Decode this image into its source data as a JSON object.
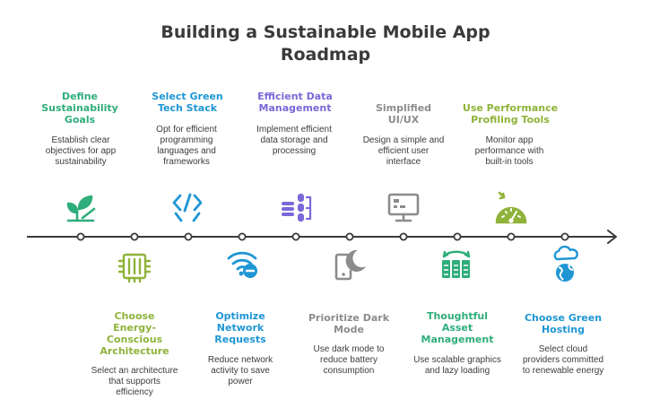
{
  "title": {
    "line1": "Building a Sustainable Mobile App",
    "line2": "Roadmap"
  },
  "colors": {
    "green": "#2fad7b",
    "blue": "#1f96d4",
    "purple": "#7b67d8",
    "gray": "#8c8c8c",
    "olive": "#8fb33a",
    "dark": "#3a3a3a"
  },
  "top_items": [
    {
      "title": "Define Sustainability Goals",
      "desc": "Establish clear objectives for app sustainability",
      "icon": "plant-icon",
      "color": "green"
    },
    {
      "title": "Select Green Tech Stack",
      "desc": "Opt for efficient programming languages and frameworks",
      "icon": "code-icon",
      "color": "blue"
    },
    {
      "title": "Efficient Data Management",
      "desc": "Implement efficient data storage and processing",
      "icon": "database-icon",
      "color": "purple"
    },
    {
      "title": "Simplified UI/UX",
      "desc": "Design a simple and efficient user interface",
      "icon": "monitor-icon",
      "color": "gray"
    },
    {
      "title": "Use Performance Profiling Tools",
      "desc": "Monitor app performance with built-in tools",
      "icon": "gauge-icon",
      "color": "olive"
    }
  ],
  "bottom_items": [
    {
      "title": "Choose Energy-Conscious Architecture",
      "desc": "Select an architecture that supports efficiency",
      "icon": "chip-icon",
      "color": "olive"
    },
    {
      "title": "Optimize Network Requests",
      "desc": "Reduce network activity to save power",
      "icon": "wifi-icon",
      "color": "blue"
    },
    {
      "title": "Prioritize Dark Mode",
      "desc": "Use dark mode to reduce battery consumption",
      "icon": "moon-phone-icon",
      "color": "gray"
    },
    {
      "title": "Thoughtful Asset Management",
      "desc": "Use scalable graphics and lazy loading",
      "icon": "assets-icon",
      "color": "green"
    },
    {
      "title": "Choose Green Hosting",
      "desc": "Select cloud providers committed to renewable energy",
      "icon": "cloud-globe-icon",
      "color": "blue"
    }
  ]
}
